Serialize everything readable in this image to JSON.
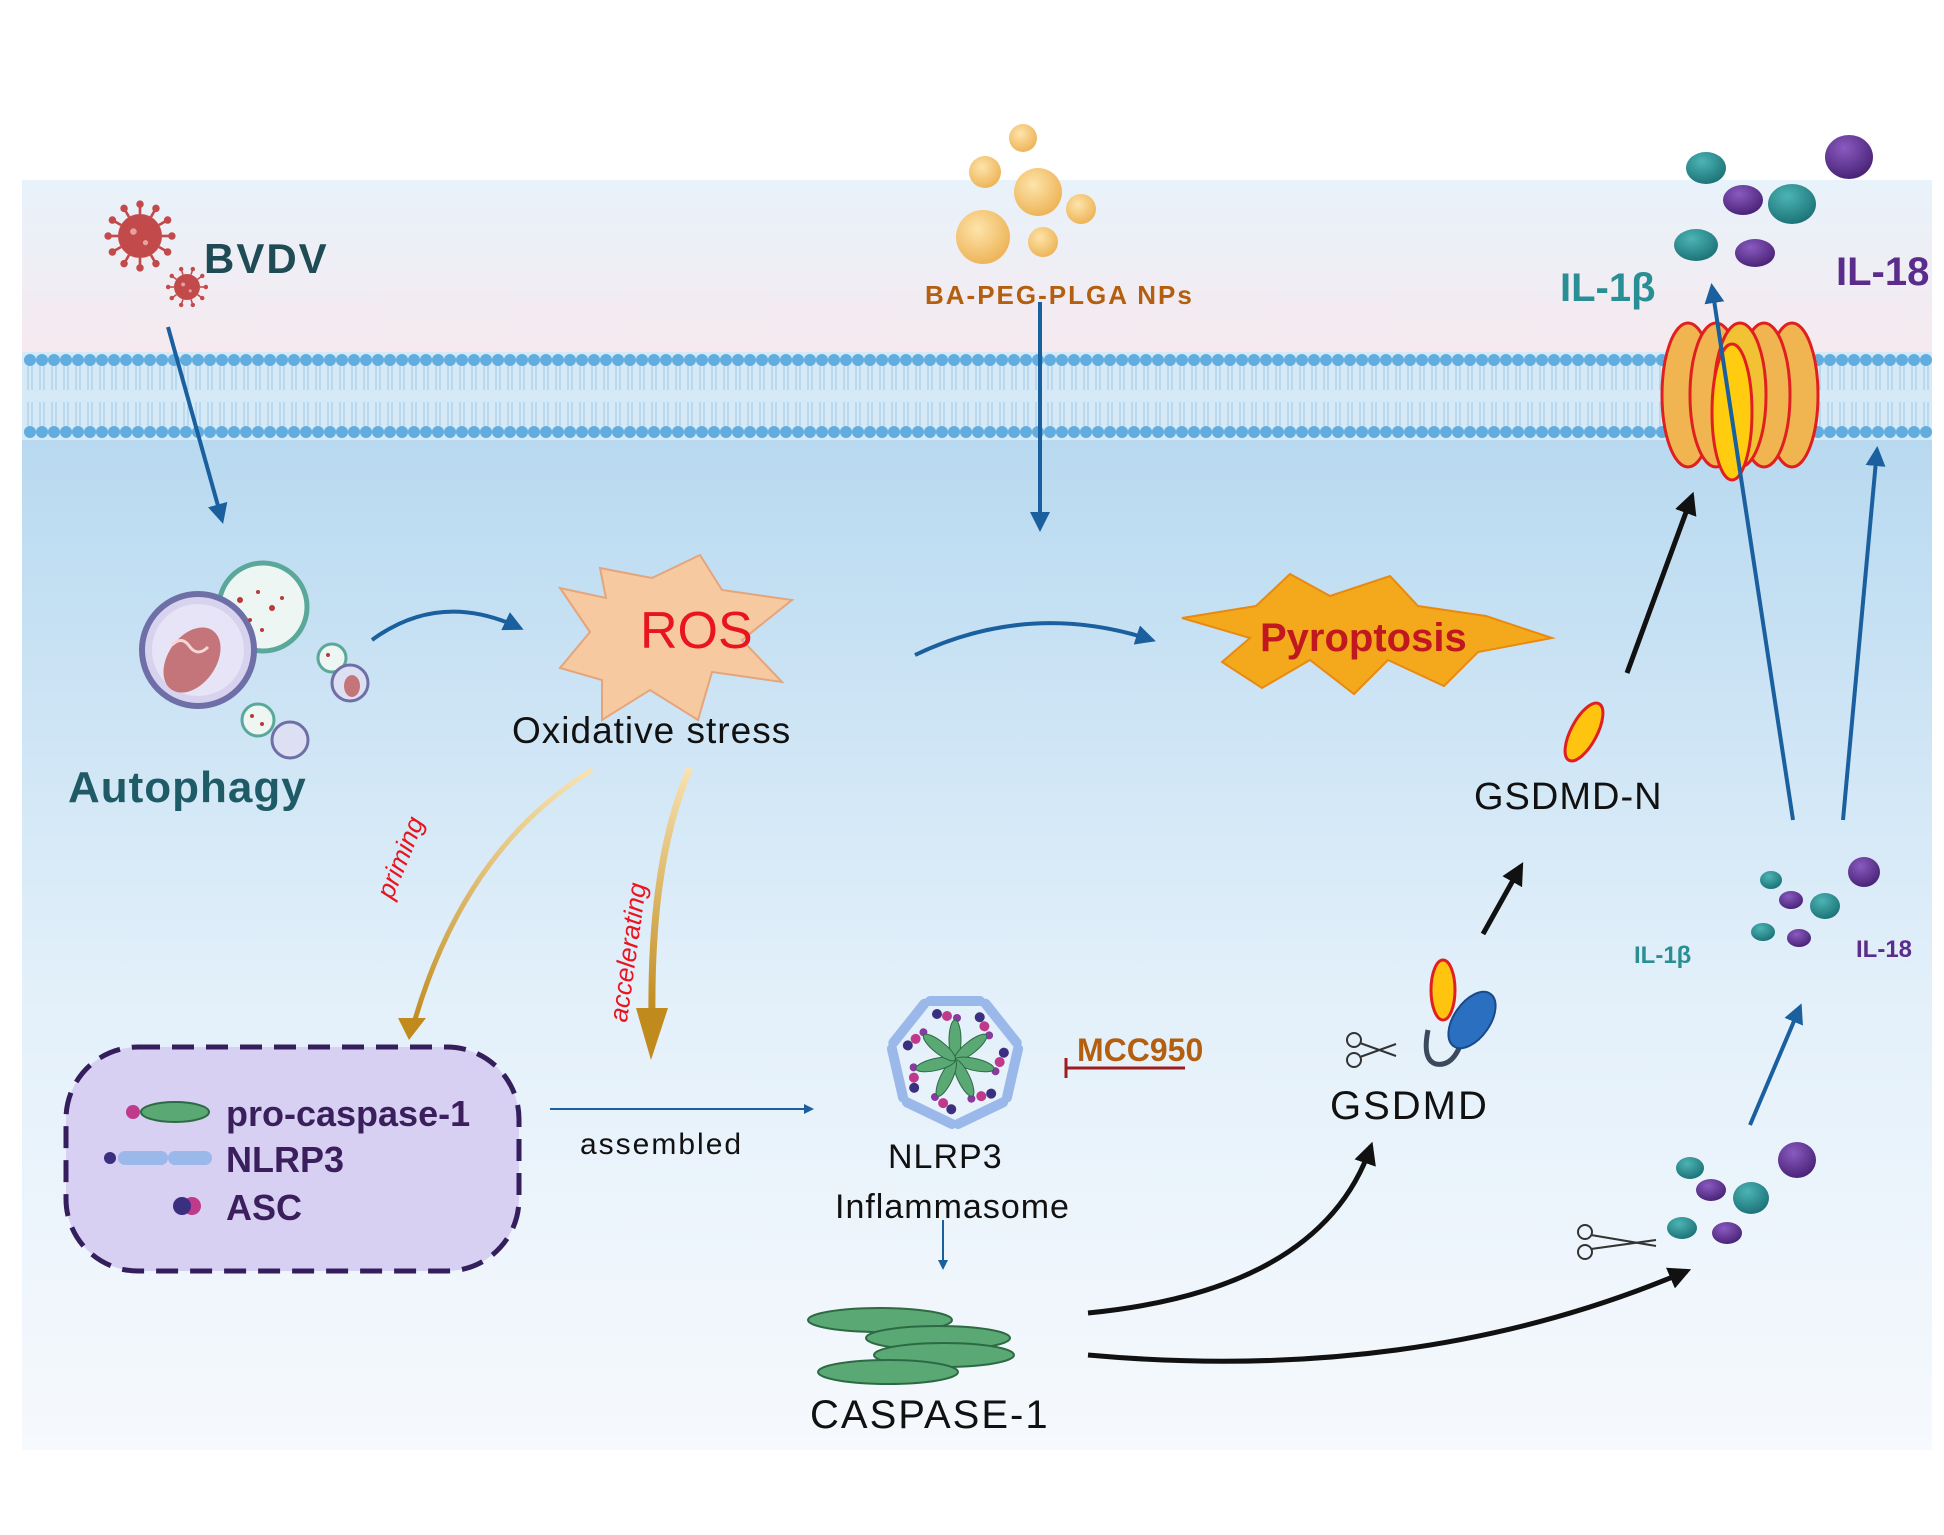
{
  "colors": {
    "arrow_blue": "#1a5f9e",
    "dark_teal": "#1f5b67",
    "teal": "#2a8f94",
    "purple": "#5a2d8c",
    "dark_purple": "#3b1f5c",
    "orange_text": "#b45f10",
    "red_text": "#e8141e",
    "gold": "#f5c46a",
    "green": "#5aa873"
  },
  "labels": {
    "bvdv": "BVDV",
    "nps": "BA-PEG-PLGA NPs",
    "il1b_top": "IL-1β",
    "il18_top": "IL-18",
    "autophagy": "Autophagy",
    "ros": "ROS",
    "oxidative_stress": "Oxidative stress",
    "pyroptosis": "Pyroptosis",
    "gsdmd_n": "GSDMD-N",
    "priming": "priming",
    "accelerating": "accelerating",
    "pro_caspase": "pro-caspase-1",
    "nlrp3": "NLRP3",
    "asc": "ASC",
    "assembled": "assembled",
    "inflammasome_line1": "NLRP3",
    "inflammasome_line2": "Inflammasome",
    "mcc950": "MCC950",
    "gsdmd": "GSDMD",
    "il1b_small": "IL-1β",
    "il18_small": "IL-18",
    "caspase1": "CASPASE-1"
  },
  "icons": [
    "virus-icon",
    "nanoparticle-icon",
    "autophagosome-icon",
    "membrane-pore-icon",
    "scissors-icon",
    "inflammasome-icon",
    "caspase-icon",
    "cytokine-icon"
  ]
}
